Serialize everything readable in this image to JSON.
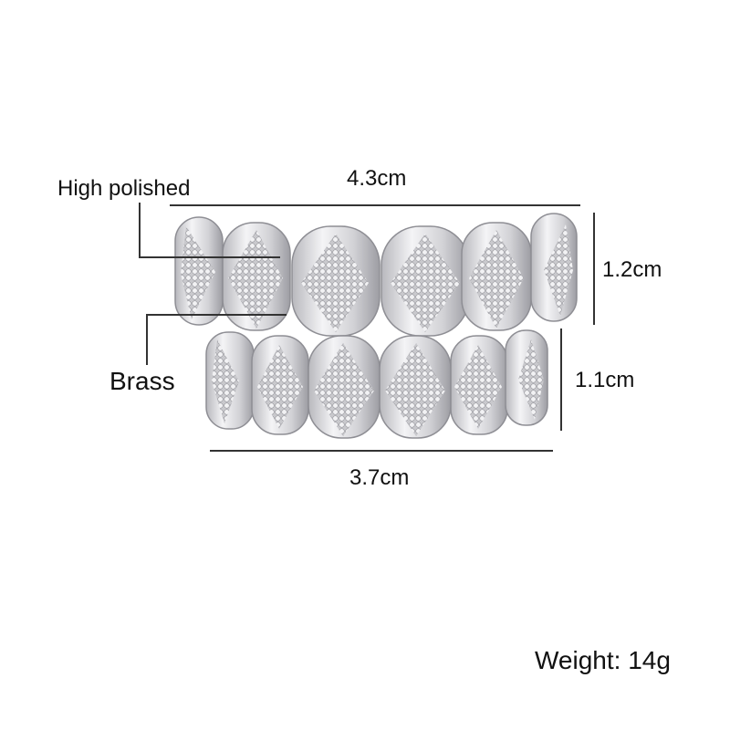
{
  "callouts": {
    "high_polished": "High polished",
    "brass": "Brass"
  },
  "dimensions": {
    "top_width": "4.3cm",
    "bottom_width": "3.7cm",
    "top_height": "1.2cm",
    "bottom_height": "1.1cm"
  },
  "spec": {
    "weight": "Weight: 14g"
  },
  "product": {
    "name": "grillz-top-bottom-set",
    "top_teeth": 6,
    "bottom_teeth": 6,
    "colors": {
      "metal": "#d9d9dc",
      "metal_shadow": "#a7a7ac",
      "stone": "#eeeef0",
      "line": "#333333"
    }
  }
}
